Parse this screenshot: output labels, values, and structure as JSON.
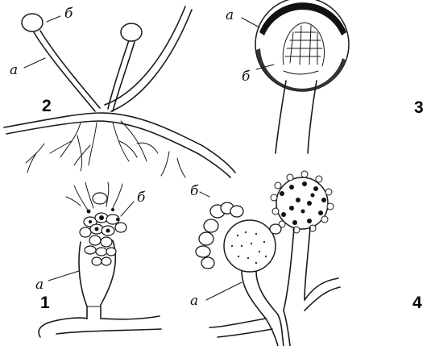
{
  "figure": {
    "panels": [
      {
        "id": "panel-1",
        "number": "1",
        "label_a": "а",
        "label_b": "б"
      },
      {
        "id": "panel-2",
        "number": "2",
        "label_a": "а",
        "label_b": "б"
      },
      {
        "id": "panel-3",
        "number": "3",
        "label_a": "а",
        "label_b": "б"
      },
      {
        "id": "panel-4",
        "number": "4",
        "label_a": "а",
        "label_b": "б"
      }
    ]
  }
}
